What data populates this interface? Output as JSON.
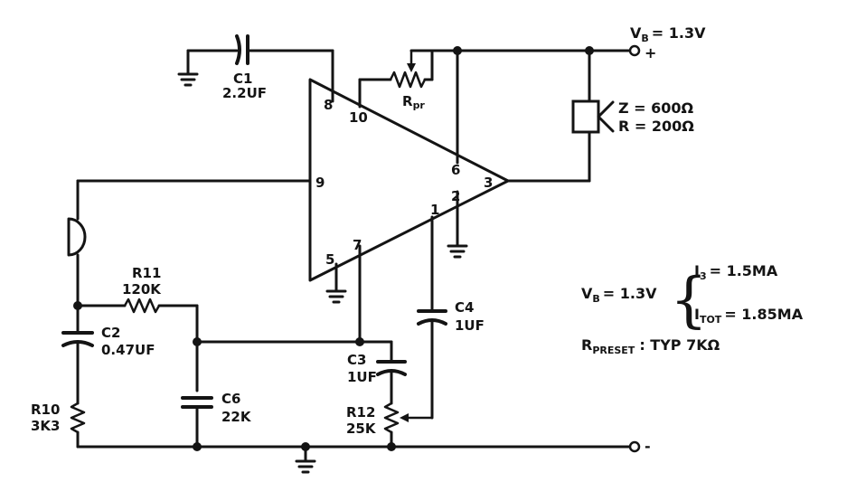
{
  "components": {
    "c1": {
      "name": "C1",
      "value": "2.2UF"
    },
    "c2": {
      "name": "C2",
      "value": "0.47UF"
    },
    "c3": {
      "name": "C3",
      "value": "1UF"
    },
    "c4": {
      "name": "C4",
      "value": "1UF"
    },
    "c6": {
      "name": "C6",
      "value": "22K"
    },
    "r10": {
      "name": "R10",
      "value": "3K3"
    },
    "r11": {
      "name": "R11",
      "value": "120K"
    },
    "r12": {
      "name": "R12",
      "value": "25K"
    },
    "rpr": {
      "name": "R",
      "sub": "pr"
    }
  },
  "pins": {
    "p1": "1",
    "p2": "2",
    "p3": "3",
    "p5": "5",
    "p6": "6",
    "p7": "7",
    "p8": "8",
    "p9": "9",
    "p10": "10"
  },
  "supply": {
    "vb_name": "V",
    "vb_sub": "B",
    "vb_value": "= 1.3V",
    "plus": "+",
    "minus": "-"
  },
  "earphone": {
    "z": "Z = 600Ω",
    "r": "R = 200Ω"
  },
  "specs": {
    "vb_name": "V",
    "vb_sub": "B",
    "vb_value": "= 1.3V",
    "i3_name": "I",
    "i3_sub": "3",
    "i3_value": "= 1.5MA",
    "itot_name": "I",
    "itot_sub": "TOT",
    "itot_value": "= 1.85MA",
    "preset_name": "R",
    "preset_sub": "PRESET",
    "preset_value": ": TYP  7KΩ"
  }
}
